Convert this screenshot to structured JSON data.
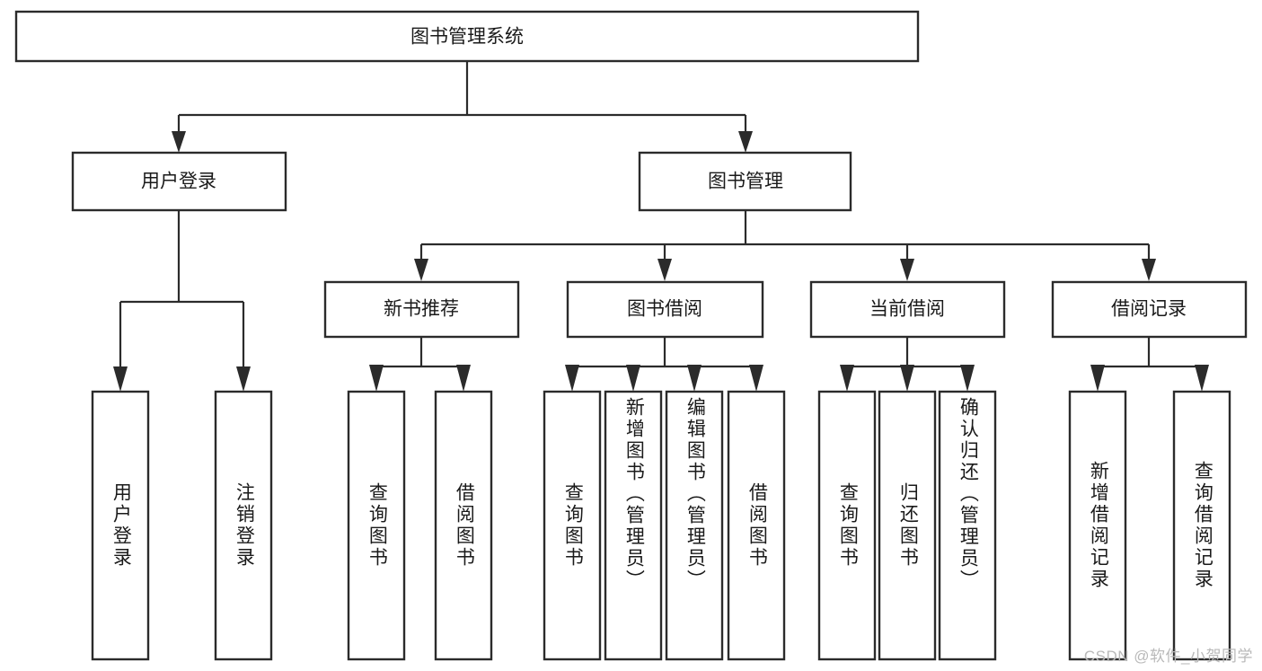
{
  "diagram": {
    "title": "图书管理系统",
    "type": "tree-hierarchy-flowchart",
    "watermark": "CSDN @软件_小贺同学",
    "colors": {
      "background": "#ffffff",
      "box_stroke": "#2b2b2b",
      "box_fill": "#ffffff",
      "text": "#1a1a1a",
      "watermark": "#b9b9b9"
    },
    "root": {
      "label": "图书管理系统"
    },
    "level2": [
      {
        "label": "用户登录"
      },
      {
        "label": "图书管理"
      }
    ],
    "level3": [
      {
        "label": "新书推荐"
      },
      {
        "label": "图书借阅"
      },
      {
        "label": "当前借阅"
      },
      {
        "label": "借阅记录"
      }
    ],
    "leaves": {
      "user_login": [
        {
          "label": "用户登录"
        },
        {
          "label": "注销登录"
        }
      ],
      "new_book_recommend": [
        {
          "label": "查询图书"
        },
        {
          "label": "借阅图书"
        }
      ],
      "book_borrow": [
        {
          "label": "查询图书"
        },
        {
          "label": "新增图书（管理员）"
        },
        {
          "label": "编辑图书（管理员）"
        },
        {
          "label": "借阅图书"
        }
      ],
      "current_borrow": [
        {
          "label": "查询图书"
        },
        {
          "label": "归还图书"
        },
        {
          "label": "确认归还（管理员）"
        }
      ],
      "borrow_record": [
        {
          "label": "新增借阅记录"
        },
        {
          "label": "查询借阅记录"
        }
      ]
    }
  }
}
